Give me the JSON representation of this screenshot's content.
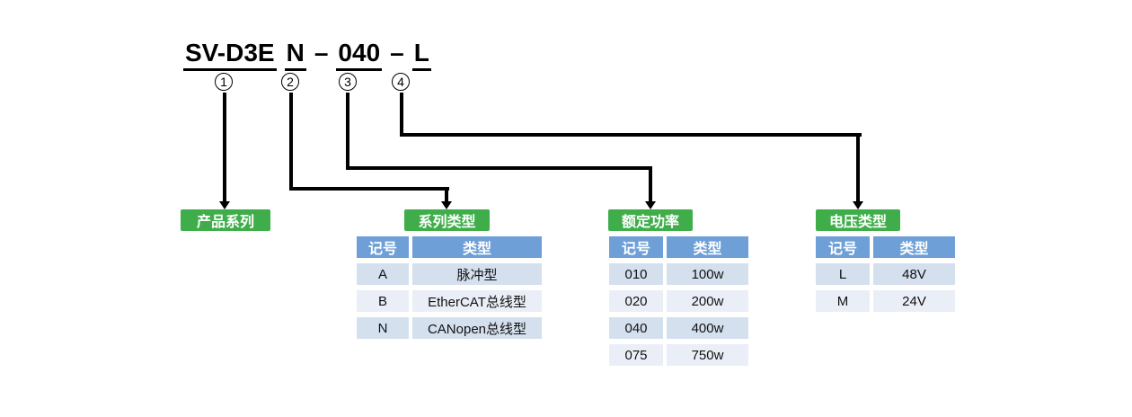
{
  "colors": {
    "green": "#3fae4a",
    "header_blue": "#6e9fd7",
    "row_odd": "#d5e0ef",
    "row_even": "#eaeff7",
    "line": "#000000"
  },
  "model_code": {
    "parts": [
      "SV-D3E",
      "N",
      "–",
      "040",
      "–",
      "L"
    ]
  },
  "callouts": [
    "1",
    "2",
    "3",
    "4"
  ],
  "sections": [
    {
      "label": "产品系列"
    },
    {
      "label": "系列类型",
      "table": {
        "headers": [
          "记号",
          "类型"
        ],
        "rows": [
          [
            "A",
            "脉冲型"
          ],
          [
            "B",
            "EtherCAT总线型"
          ],
          [
            "N",
            "CANopen总线型"
          ]
        ]
      }
    },
    {
      "label": "额定功率",
      "table": {
        "headers": [
          "记号",
          "类型"
        ],
        "rows": [
          [
            "010",
            "100w"
          ],
          [
            "020",
            "200w"
          ],
          [
            "040",
            "400w"
          ],
          [
            "075",
            "750w"
          ]
        ]
      }
    },
    {
      "label": "电压类型",
      "table": {
        "headers": [
          "记号",
          "类型"
        ],
        "rows": [
          [
            "L",
            "48V"
          ],
          [
            "M",
            "24V"
          ]
        ]
      }
    }
  ]
}
